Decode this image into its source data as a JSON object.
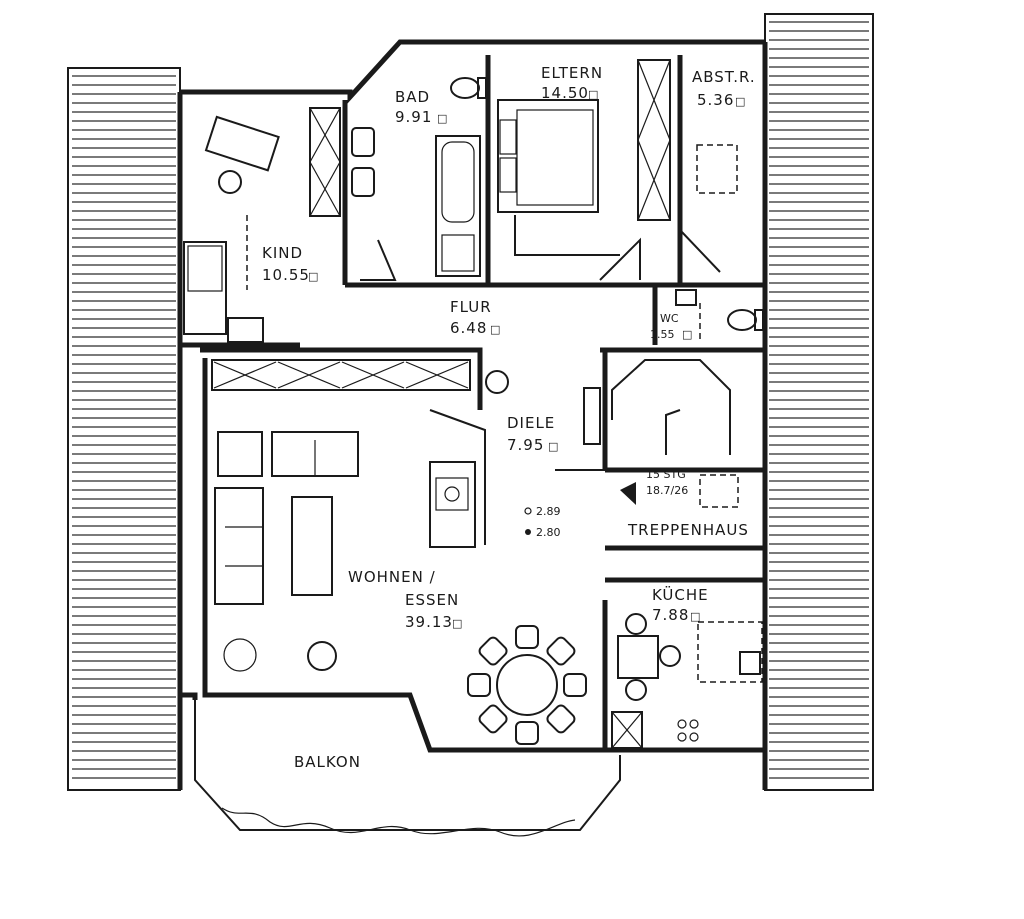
{
  "rooms": [
    {
      "id": "bad",
      "name": "BAD",
      "area": "9.91"
    },
    {
      "id": "eltern",
      "name": "ELTERN",
      "area": "14.50"
    },
    {
      "id": "abstr",
      "name": "ABST.R.",
      "area": "5.36"
    },
    {
      "id": "kind",
      "name": "KIND",
      "area": "10.55"
    },
    {
      "id": "flur",
      "name": "FLUR",
      "area": "6.48"
    },
    {
      "id": "wc",
      "name": "WC",
      "area": "1.55"
    },
    {
      "id": "diele",
      "name": "DIELE",
      "area": "7.95"
    },
    {
      "id": "wohnen",
      "name": "WOHNEN /",
      "name2": "ESSEN",
      "area": "39.13"
    },
    {
      "id": "kueche",
      "name": "KÜCHE",
      "area": "7.88"
    }
  ],
  "balkon": "BALKON",
  "treppenhaus": "TREPPENHAUS",
  "stair_note1": "15 STG",
  "stair_note2": "18.7/26",
  "level1": "2.89",
  "level2": "2.80",
  "area_unit_symbol": "□"
}
